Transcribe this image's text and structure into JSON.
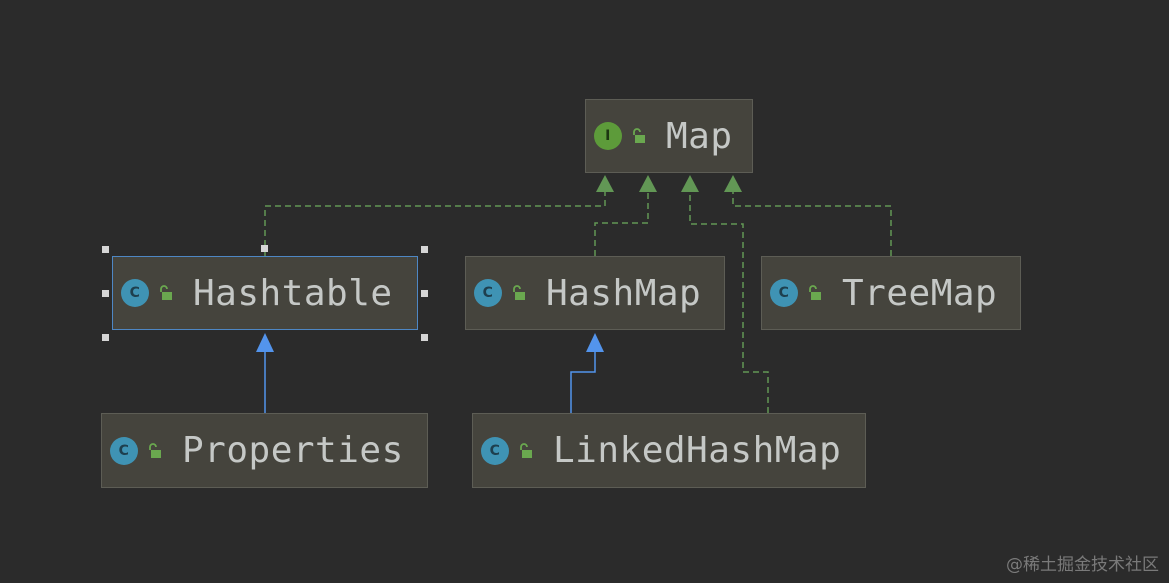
{
  "diagram": {
    "nodes": [
      {
        "id": "map",
        "label": "Map",
        "kind": "interface",
        "badge": "I"
      },
      {
        "id": "hashtable",
        "label": "Hashtable",
        "kind": "class",
        "badge": "C",
        "selected": true
      },
      {
        "id": "hashmap",
        "label": "HashMap",
        "kind": "class",
        "badge": "C"
      },
      {
        "id": "treemap",
        "label": "TreeMap",
        "kind": "class",
        "badge": "C"
      },
      {
        "id": "properties",
        "label": "Properties",
        "kind": "class",
        "badge": "C"
      },
      {
        "id": "linkedhashmap",
        "label": "LinkedHashMap",
        "kind": "class",
        "badge": "C"
      }
    ],
    "edges": [
      {
        "from": "hashtable",
        "to": "map",
        "type": "implements"
      },
      {
        "from": "hashmap",
        "to": "map",
        "type": "implements"
      },
      {
        "from": "linkedhashmap",
        "to": "map",
        "type": "implements"
      },
      {
        "from": "treemap",
        "to": "map",
        "type": "implements"
      },
      {
        "from": "properties",
        "to": "hashtable",
        "type": "extends"
      },
      {
        "from": "linkedhashmap",
        "to": "hashmap",
        "type": "extends"
      }
    ]
  },
  "colors": {
    "background": "#2b2b2b",
    "node_fill": "#45443d",
    "node_border": "#5d5d55",
    "selected_border": "#4e87c4",
    "implements_edge": "#629755",
    "extends_edge": "#5394ec",
    "text": "#c5c8c6"
  },
  "icons": {
    "interface": "interface-icon",
    "class": "class-icon",
    "visibility": "unlocked-icon"
  },
  "watermark": "@稀土掘金技术社区"
}
